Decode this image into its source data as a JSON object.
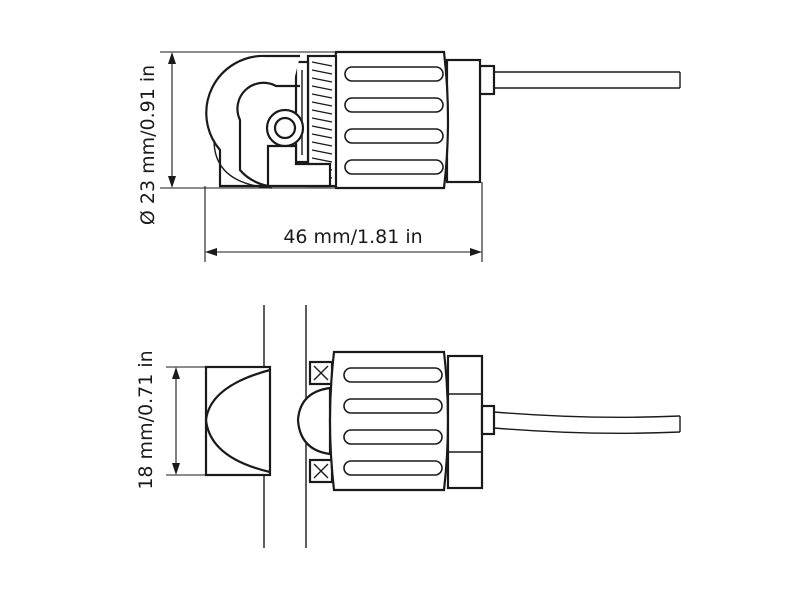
{
  "dimensions": {
    "diameter_label": "Ø 23 mm/0.91 in",
    "length_label": "46 mm/1.81 in",
    "height_label": "18 mm/0.71 in"
  }
}
